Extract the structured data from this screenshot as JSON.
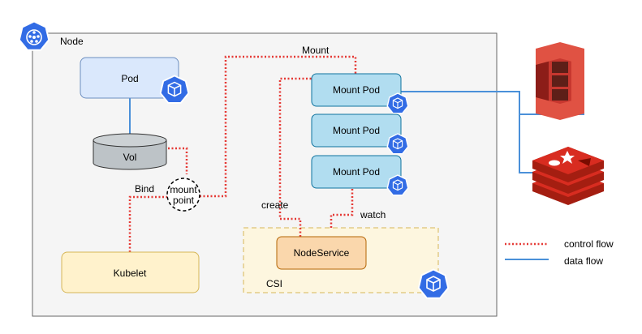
{
  "node": {
    "label": "Node"
  },
  "pod": {
    "label": "Pod"
  },
  "vol": {
    "label": "Vol"
  },
  "mount_point": {
    "line1": "mount",
    "line2": "point"
  },
  "kubelet": {
    "label": "Kubelet"
  },
  "mount_pods": [
    {
      "label": "Mount Pod"
    },
    {
      "label": "Mount Pod"
    },
    {
      "label": "Mount Pod"
    }
  ],
  "csi": {
    "label": "CSI",
    "node_service": "NodeService"
  },
  "edges": {
    "mount": "Mount",
    "bind": "Bind",
    "create": "create",
    "watch": "watch"
  },
  "legend": [
    {
      "label": "control flow",
      "style": "dotted",
      "color": "#e53935"
    },
    {
      "label": "data flow",
      "style": "solid",
      "color": "#4a90d9"
    }
  ],
  "colors": {
    "control_flow": "#e53935",
    "data_flow": "#4a90d9",
    "kube_blue": "#326ce5",
    "s3_red": "#e05243",
    "redis_red": "#d82c20"
  },
  "icons": [
    "kubernetes-node-icon",
    "kubernetes-pod-icon",
    "amazon-s3-icon",
    "redis-icon"
  ]
}
